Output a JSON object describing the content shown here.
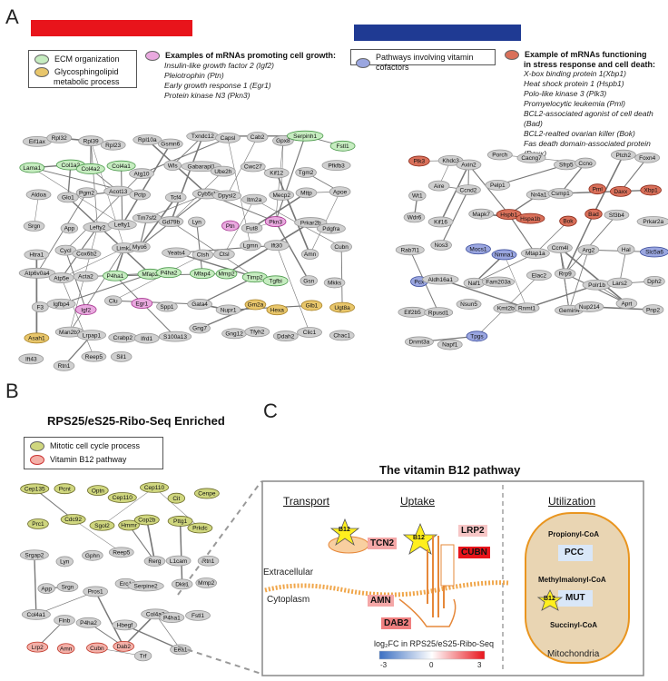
{
  "panels": {
    "a": "A",
    "b": "B",
    "c": "C"
  },
  "colors": {
    "red_bar": "#e8141b",
    "blue_bar": "#1f3a93",
    "ecm": "#c6ecc0",
    "glyco": "#e8c66b",
    "growth": "#e9a9df",
    "vitamin": "#9aa6e0",
    "stress": "#d9705a",
    "default": "#cfcfcf",
    "mitotic": "#cfd67e",
    "b12": "#f3b0a8"
  },
  "legend_left": {
    "items": [
      "ECM organization",
      "Glycosphingolipid",
      "metabolic process"
    ]
  },
  "growth_examples": {
    "title": "Examples of mRNAs promoting cell growth:",
    "items": [
      "Insulin-like growth factor 2 (Igf2)",
      "Pleiotrophin (Ptn)",
      "Early growth response 1 (Egr1)",
      "Protein kinase N3 (Pkn3)"
    ]
  },
  "legend_right": {
    "item": "Pathways involving vitamin cofactors"
  },
  "stress_examples": {
    "title": "Example of mRNAs functioning",
    "title2": "in stress response and cell death:",
    "items": [
      "X-box binding protein 1(Xbp1)",
      "Heat shock protein 1 (Hspb1)",
      "Polo-like kinase 3 (Plk3)",
      "Promyelocytic leukemia (Pml)",
      "BCL2-associated agonist of cell death (Bad)",
      "BCL2-realted ovarian killer (Bok)",
      "Fas death domain-associated protein (Daxx)"
    ]
  },
  "panel_b": {
    "title": "RPS25/eS25-Ribo-Seq Enriched",
    "legend": [
      "Mitotic cell cycle process",
      "Vitamin B12 pathway"
    ]
  },
  "panel_c": {
    "title": "The vitamin B12 pathway",
    "transport": "Transport",
    "uptake": "Uptake",
    "utilization": "Utilization",
    "extracellular": "Extracellular",
    "cytoplasm": "Cytoplasm",
    "mitochondria": "Mitochondria",
    "b12": "B12",
    "tcn2": "TCN2",
    "lrp2": "LRP2",
    "cubn": "CUBN",
    "amn": "AMN",
    "dab2": "DAB2",
    "propionyl": "Propionyl-CoA",
    "pcc": "PCC",
    "methylmalonyl": "Methylmalonyl-CoA",
    "mut": "MUT",
    "succinyl": "Succinyl-CoA",
    "scale_label": "log₂FC in RPS25/eS25-Ribo-Seq",
    "scale_ticks": [
      "-3",
      "0",
      "3"
    ]
  },
  "network_a_left_labels": [
    "Eif1ax",
    "Rpl32",
    "Rpl39",
    "Rpl23",
    "Rpl10a",
    "Gsmn6",
    "Txndc12",
    "Capsl",
    "Cab2",
    "Gpx8",
    "Serpinh1",
    "Fstl1",
    "Lama1",
    "Col1a2",
    "Col4a2",
    "Col4a1",
    "Atg10",
    "Wls",
    "Gabarapl1",
    "Ube2h",
    "Cwc27",
    "Kif12",
    "Tgm2",
    "Pfkfb3",
    "Aldoa",
    "Glo1",
    "Pgm2",
    "Acot13",
    "Pctp",
    "Tcf4",
    "Cyb5r1",
    "Dpysl2",
    "Itm2a",
    "Mecp2",
    "Mttp",
    "Apoe",
    "Srgn",
    "App",
    "Lefty2",
    "Lefty1",
    "Tm7sf2",
    "Gd79b",
    "Lyn",
    "Ptn",
    "Fut8",
    "Pkn3",
    "Prkar2b",
    "Pdgfra",
    "Htra1",
    "Cycl",
    "Cox6b2",
    "Limk2",
    "Myo6",
    "Yeats4",
    "Ctsh",
    "Ctsl",
    "Lgmn",
    "Ift30",
    "Amn",
    "Cubn",
    "Atp6v0a4",
    "Atp5e",
    "Acta2",
    "P4ha1",
    "Mfap2",
    "P4ha2",
    "Mfap4",
    "Mmp2",
    "Timp2",
    "Tgfbi",
    "Gsn",
    "Mkks",
    "F3",
    "Igfbp4",
    "Igf2",
    "Clu",
    "Egr1",
    "Spp1",
    "Gata4",
    "Nupr1",
    "Gm2a",
    "Hexa",
    "Glb1",
    "Ugt8a",
    "Asah1",
    "Man2b2",
    "Lrpap1",
    "Crabp2",
    "Ifrd1",
    "S100a13",
    "Gng7",
    "Gng12",
    "Tfyh2",
    "Ddah2",
    "Clic1",
    "Chac1",
    "Ift43",
    "Rtn1",
    "Reep5",
    "Sil1"
  ],
  "network_a_right_labels": [
    "Plk3",
    "Khdc3",
    "Axin2",
    "Porch",
    "Cacng7",
    "Sfrp5",
    "Ccno",
    "Ptch2",
    "Foxn4",
    "Wt1",
    "Aire",
    "Ccnd2",
    "Pelp1",
    "Nr4a1",
    "Csmp1",
    "Pml",
    "Daxx",
    "Xbp1",
    "Wdr6",
    "Kif16",
    "Mapk7",
    "Hspb1",
    "Hspa1b",
    "Bok",
    "Bad",
    "Sf3b4",
    "Prkar2a",
    "Rab7l1",
    "Nos3",
    "Mocs1",
    "Nmna1",
    "Mtap1a",
    "Ccm4l",
    "Arg2",
    "Hal",
    "Slc5a6",
    "Pcx",
    "Aldh16a1",
    "Naf1",
    "Fam203a",
    "Elac2",
    "Rrp9",
    "Polr1b",
    "Lars2",
    "Dph2",
    "Elf2b5",
    "Rpusd1",
    "Nsun5",
    "Kmt2b",
    "Rnmt1",
    "Gemin4",
    "Nup214",
    "Aprt",
    "Pnp2",
    "Dnmt3a",
    "Napf1",
    "Tpgs"
  ],
  "network_b_labels": [
    "Cep135",
    "Pcnt",
    "Optn",
    "Cep110",
    "Cep110",
    "Cit",
    "Cenpe",
    "Prc1",
    "Cdc92",
    "Sgol2",
    "Hmmr",
    "Cop2b",
    "Pttg1",
    "Prkdc",
    "Srgap2",
    "Lyn",
    "Gphn",
    "Reep5",
    "Rerg",
    "L1cam",
    "Rtn1",
    "App",
    "Srgn",
    "Pros1",
    "Erc1",
    "Serpine2",
    "Dkk1",
    "Mmp2",
    "Col4a1",
    "Flnb",
    "P4ha2",
    "Hbegf",
    "Col4a2",
    "P4ha1",
    "Fstl1",
    "Lrp2",
    "Amn",
    "Cubn",
    "Dab2",
    "Trf",
    "Eea1"
  ]
}
